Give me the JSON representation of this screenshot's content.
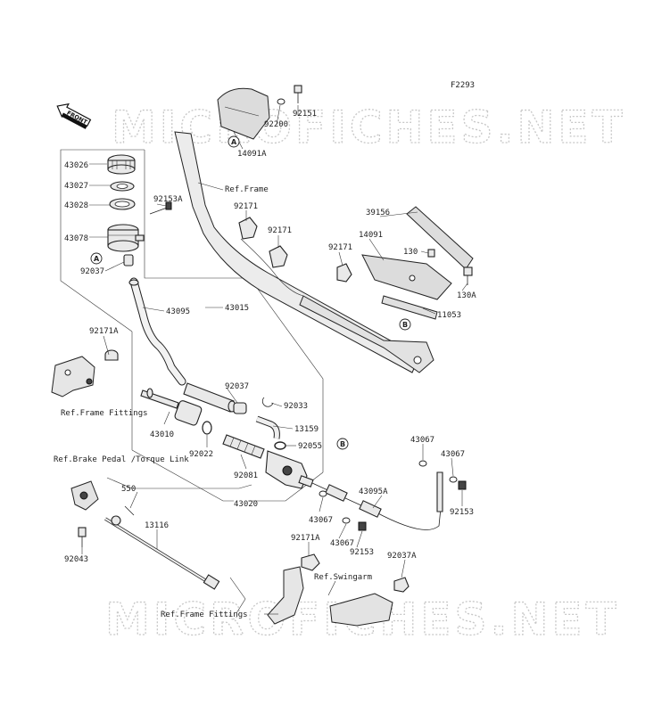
{
  "figure_code": "F2293",
  "watermark": "MICROFICHES.NET",
  "front_label": "FRONT",
  "labels": [
    {
      "id": "43026",
      "text": "43026"
    },
    {
      "id": "43027",
      "text": "43027"
    },
    {
      "id": "43028",
      "text": "43028"
    },
    {
      "id": "43078",
      "text": "43078"
    },
    {
      "id": "92037a",
      "text": "92037"
    },
    {
      "id": "92153A",
      "text": "92153A"
    },
    {
      "id": "43095",
      "text": "43095"
    },
    {
      "id": "43015",
      "text": "43015"
    },
    {
      "id": "92171A_left",
      "text": "92171A"
    },
    {
      "id": "ref_frame_fittings_left",
      "text": "Ref.Frame Fittings"
    },
    {
      "id": "92037b",
      "text": "92037"
    },
    {
      "id": "92033",
      "text": "92033"
    },
    {
      "id": "13159",
      "text": "13159"
    },
    {
      "id": "92055",
      "text": "92055"
    },
    {
      "id": "43010",
      "text": "43010"
    },
    {
      "id": "92022",
      "text": "92022"
    },
    {
      "id": "92081",
      "text": "92081"
    },
    {
      "id": "43020",
      "text": "43020"
    },
    {
      "id": "ref_brake_pedal",
      "text": "Ref.Brake Pedal /Torque Link"
    },
    {
      "id": "550",
      "text": "550"
    },
    {
      "id": "92043",
      "text": "92043"
    },
    {
      "id": "13116",
      "text": "13116"
    },
    {
      "id": "ref_frame_fittings_bottom",
      "text": "Ref.Frame Fittings"
    },
    {
      "id": "92171A_bottom",
      "text": "92171A"
    },
    {
      "id": "ref_swingarm",
      "text": "Ref.Swingarm"
    },
    {
      "id": "92037A",
      "text": "92037A"
    },
    {
      "id": "43067_a",
      "text": "43067"
    },
    {
      "id": "43067_b",
      "text": "43067"
    },
    {
      "id": "43067_c",
      "text": "43067"
    },
    {
      "id": "43067_d",
      "text": "43067"
    },
    {
      "id": "92153_a",
      "text": "92153"
    },
    {
      "id": "92153_b",
      "text": "92153"
    },
    {
      "id": "43095A",
      "text": "43095A"
    },
    {
      "id": "92151",
      "text": "92151"
    },
    {
      "id": "92200",
      "text": "92200"
    },
    {
      "id": "14091A",
      "text": "14091A"
    },
    {
      "id": "ref_frame_top",
      "text": "Ref.Frame"
    },
    {
      "id": "92171_a",
      "text": "92171"
    },
    {
      "id": "92171_b",
      "text": "92171"
    },
    {
      "id": "92171_c",
      "text": "92171"
    },
    {
      "id": "39156",
      "text": "39156"
    },
    {
      "id": "14091",
      "text": "14091"
    },
    {
      "id": "130",
      "text": "130"
    },
    {
      "id": "130A",
      "text": "130A"
    },
    {
      "id": "11053",
      "text": "11053"
    }
  ],
  "callouts": {
    "A": "A",
    "B": "B"
  }
}
